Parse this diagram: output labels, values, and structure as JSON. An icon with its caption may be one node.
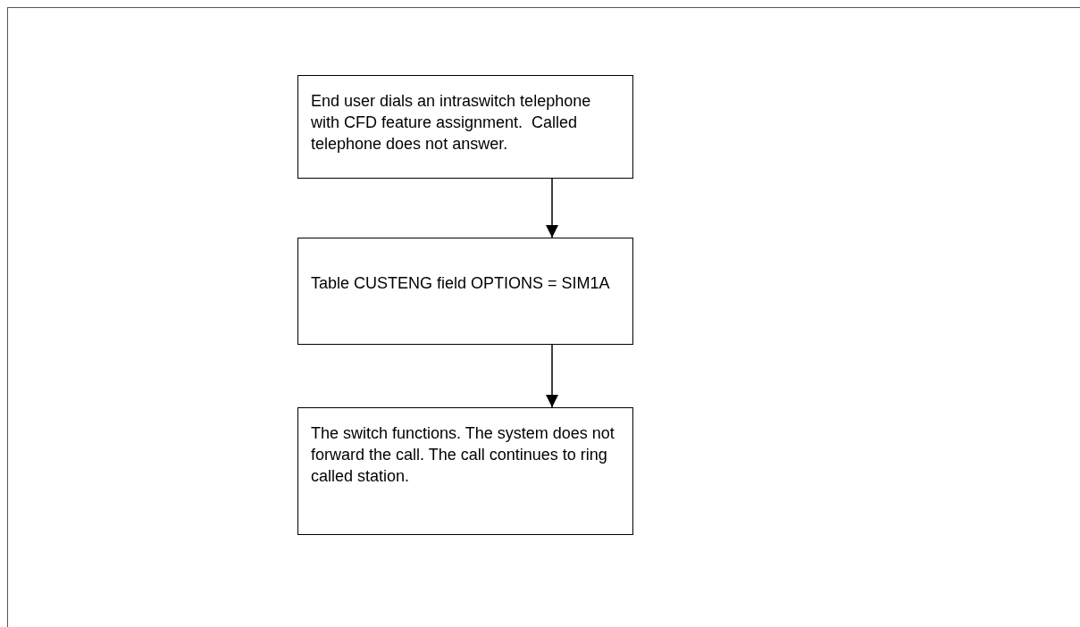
{
  "diagram": {
    "nodes": [
      {
        "text": [
          "End user dials an intraswitch telephone with CFD feature assignment.  Called telephone does not answer."
        ]
      },
      {
        "text": [
          "Table CUSTENG field OPTIONS = SIM1A"
        ]
      },
      {
        "text": [
          "The switch functions. The system does not forward the call. The call continues to ring called station."
        ]
      }
    ],
    "edges": [
      {
        "from": 0,
        "to": 1,
        "arrow": "to"
      },
      {
        "from": 1,
        "to": 2,
        "arrow": "to"
      }
    ]
  }
}
